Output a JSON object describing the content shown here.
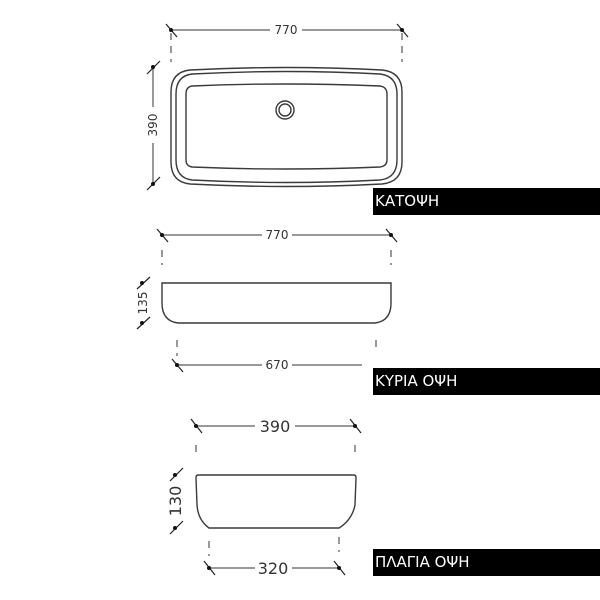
{
  "views": {
    "plan": {
      "label": "ΚΑΤΟΨΗ",
      "width_dim": "770",
      "depth_dim": "390"
    },
    "front": {
      "label": "ΚΥΡΙΑ ΟΨΗ",
      "top_width_dim": "770",
      "height_dim": "135",
      "bottom_width_dim": "670"
    },
    "side": {
      "label": "ΠΛΑΓΙΑ ΟΨΗ",
      "top_width_dim": "390",
      "height_dim": "130",
      "bottom_width_dim": "320"
    }
  }
}
